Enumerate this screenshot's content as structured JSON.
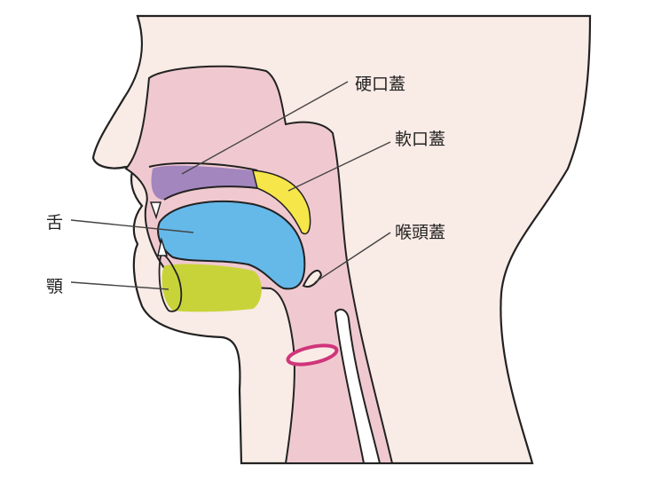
{
  "labels": {
    "hard_palate": "硬口蓋",
    "soft_palate": "軟口蓋",
    "epiglottis": "喉頭蓋",
    "tongue": "舌",
    "jaw": "顎"
  },
  "colors": {
    "skin": "#f9ebe5",
    "pink": "#f0c9d0",
    "hard_palate": "#a386be",
    "soft_palate": "#f7e64a",
    "tongue": "#64b9e9",
    "jaw": "#c8d33a",
    "ring": "#d0357a",
    "outline": "#222222"
  }
}
